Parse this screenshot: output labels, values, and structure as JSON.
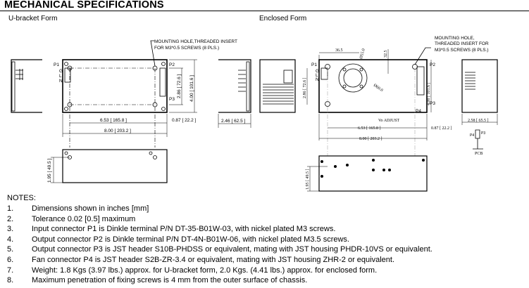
{
  "title": "MECHANICAL SPECIFICATIONS",
  "ubracket": {
    "label": "U-bracket Form",
    "callout_1": "MOUNTING HOLE,THREADED INSERT",
    "callout_2": "FOR M3*0.5 SCREWS (8 PLS.)",
    "p1": "P1",
    "p2": "P2",
    "p3": "P3",
    "g": "G",
    "l": "L",
    "n": "N",
    "dim_width_holes": "6.53 [ 165.8 ]",
    "dim_width": "8.00 [ 203.2 ]",
    "dim_offset": "0.87 [ 22.2 ]",
    "dim_depth": "2.46 [ 62.5 ]",
    "dim_hole_spacing": "2.86 [ 72.6 ]",
    "dim_height": "4.00 [ 101.6 ]",
    "dim_side": "1.95 [ 49.5 ]"
  },
  "enclosed": {
    "label": "Enclosed Form",
    "callout_1": "MOUNTING HOLE,",
    "callout_2": "THREADED INSERT FOR",
    "callout_3": "M3*0.5 SCREWS (8 PLS.)",
    "p1": "P1",
    "p2": "P2",
    "p3": "P3",
    "p4": "P4",
    "g": "G",
    "l": "L",
    "n": "N",
    "dim_fan_x": "36.5",
    "dim_fan_y": "32.5",
    "dim_fan_d1": "Ø55.0",
    "dim_fan_d2": "Ø60.0",
    "vo_adjust": "Vo ADJUST",
    "dim_width_holes": "6.53 [ 165.8 ]",
    "dim_width": "8.00 [ 203.2 ]",
    "dim_offset": "0.87 [ 22.2 ]",
    "dim_depth": "2.58 [ 65.5 ]",
    "dim_hole_spacing": "2.86 [ 72.6 ]",
    "dim_height": "4.00 [ 101.6 ]",
    "dim_side": "1.95 [ 49.5 ]",
    "pcb": "PCB"
  },
  "notes": {
    "heading": "NOTES:",
    "items": [
      {
        "n": "1.",
        "t": "Dimensions shown in inches [mm]"
      },
      {
        "n": "2.",
        "t": "Tolerance 0.02 [0.5] maximum"
      },
      {
        "n": "3.",
        "t": "Input connector P1 is Dinkle terminal P/N DT-35-B01W-03, with nickel plated M3 screws."
      },
      {
        "n": "4.",
        "t": "Output connector P2 is Dinkle terminal P/N DT-4N-B01W-06, with nickel plated M3.5 screws."
      },
      {
        "n": "5.",
        "t": "Output connector P3 is JST header S10B-PHDSS or equivalent, mating with JST housing PHDR-10VS or equivalent."
      },
      {
        "n": "6.",
        "t": "Fan connector P4 is JST header S2B-ZR-3.4 or equivalent, mating with JST housing ZHR-2 or equivalent."
      },
      {
        "n": "7.",
        "t": "Weight: 1.8 Kgs (3.97 lbs.) approx. for U-bracket form, 2.0 Kgs. (4.41 lbs.) approx. for enclosed form."
      },
      {
        "n": "8.",
        "t": "Maximum penetration of fixing screws is 4 mm from the outer surface of chassis."
      }
    ]
  }
}
